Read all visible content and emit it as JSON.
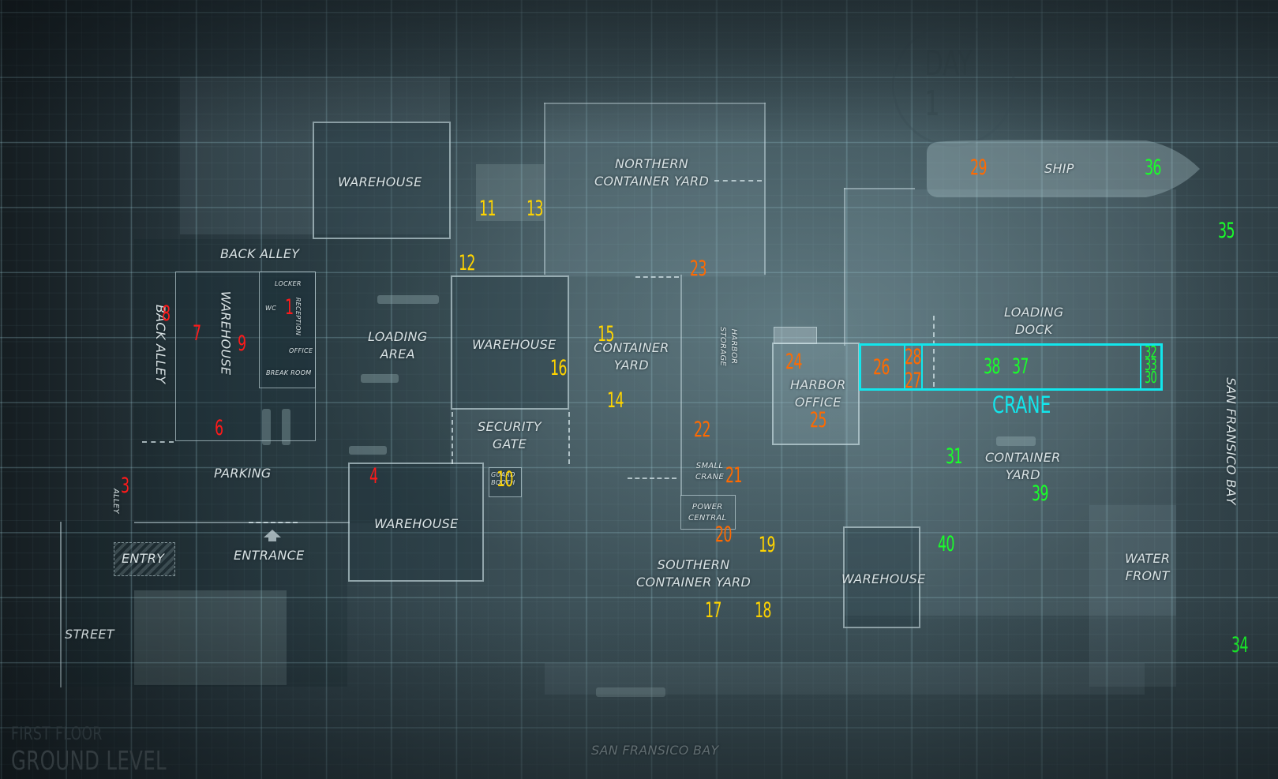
{
  "map": {
    "floor_subtitle": "FIRST FLOOR",
    "floor_title": "GROUND LEVEL",
    "stamp_text": "DAY 1"
  },
  "areas": {
    "warehouse_nw": "WAREHOUSE",
    "back_alley_top": "BACK ALLEY",
    "back_alley_side": "BACK ALLEY",
    "warehouse_small": "WAREHOUSE",
    "locker": "LOCKER",
    "wc": "WC",
    "reception": "RECEPTION",
    "office": "OFFICE",
    "break_room": "BREAK ROOM",
    "loading_area": [
      "LOADING",
      "AREA"
    ],
    "warehouse_center": "WAREHOUSE",
    "security_gate": [
      "SECURITY",
      "GATE"
    ],
    "guard_booth": [
      "GUARD",
      "BOOTH"
    ],
    "parking": "PARKING",
    "alley": "ALLEY",
    "entry": "ENTRY",
    "entrance": "ENTRANCE",
    "street": "STREET",
    "warehouse_south": "WAREHOUSE",
    "northern_container_yard": [
      "NORTHERN",
      "CONTAINER YARD"
    ],
    "container_yard_center": [
      "CONTAINER",
      "YARD"
    ],
    "harbor_storage": [
      "HARBOR",
      "STORAGE"
    ],
    "small_crane": [
      "SMALL",
      "CRANE"
    ],
    "power_central": [
      "POWER",
      "CENTRAL"
    ],
    "southern_container_yard": [
      "SOUTHERN",
      "CONTAINER YARD"
    ],
    "harbor_office": [
      "HARBOR",
      "OFFICE"
    ],
    "loading_dock": [
      "LOADING",
      "DOCK"
    ],
    "crane": "CRANE",
    "ship": "SHIP",
    "container_yard_east": [
      "CONTAINER",
      "YARD"
    ],
    "warehouse_east": "WAREHOUSE",
    "water_front": [
      "WATER",
      "FRONT"
    ],
    "bay_south": "SAN FRANSICO BAY",
    "bay_east": "SAN FRANSICO BAY"
  },
  "colors": {
    "red": "#ff1a1a",
    "yellow": "#ffd400",
    "orange": "#ff6a00",
    "green": "#19ff2a",
    "cyan": "#12e6ec"
  },
  "markers": [
    {
      "id": "1",
      "color": "red"
    },
    {
      "id": "3",
      "color": "red"
    },
    {
      "id": "4",
      "color": "red"
    },
    {
      "id": "6",
      "color": "red"
    },
    {
      "id": "7",
      "color": "red"
    },
    {
      "id": "8",
      "color": "red"
    },
    {
      "id": "9",
      "color": "red"
    },
    {
      "id": "10",
      "color": "yellow"
    },
    {
      "id": "11",
      "color": "yellow"
    },
    {
      "id": "12",
      "color": "yellow"
    },
    {
      "id": "13",
      "color": "yellow"
    },
    {
      "id": "14",
      "color": "yellow"
    },
    {
      "id": "15",
      "color": "yellow"
    },
    {
      "id": "16",
      "color": "yellow"
    },
    {
      "id": "17",
      "color": "yellow"
    },
    {
      "id": "18",
      "color": "yellow"
    },
    {
      "id": "19",
      "color": "yellow"
    },
    {
      "id": "20",
      "color": "orange"
    },
    {
      "id": "21",
      "color": "orange"
    },
    {
      "id": "22",
      "color": "orange"
    },
    {
      "id": "23",
      "color": "orange"
    },
    {
      "id": "24",
      "color": "orange"
    },
    {
      "id": "25",
      "color": "orange"
    },
    {
      "id": "26",
      "color": "orange"
    },
    {
      "id": "27",
      "color": "orange"
    },
    {
      "id": "28",
      "color": "orange"
    },
    {
      "id": "29",
      "color": "orange"
    },
    {
      "id": "30",
      "color": "green"
    },
    {
      "id": "31",
      "color": "green"
    },
    {
      "id": "32",
      "color": "green"
    },
    {
      "id": "33",
      "color": "green"
    },
    {
      "id": "34",
      "color": "green"
    },
    {
      "id": "35",
      "color": "green"
    },
    {
      "id": "36",
      "color": "green"
    },
    {
      "id": "37",
      "color": "green"
    },
    {
      "id": "38",
      "color": "green"
    },
    {
      "id": "39",
      "color": "green"
    },
    {
      "id": "40",
      "color": "green"
    }
  ]
}
